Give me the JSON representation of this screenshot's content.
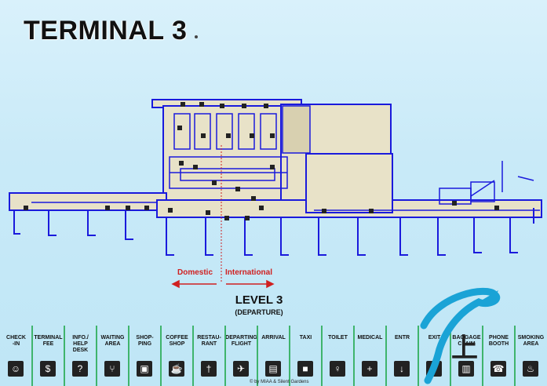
{
  "title": "TERMINAL 3",
  "directions": {
    "left": "Domestic",
    "right": "International"
  },
  "level": {
    "name": "LEVEL 3",
    "sub": "(DEPARTURE)"
  },
  "legend": [
    {
      "label": "CHECK\n-IN",
      "icon": "check-in-icon",
      "glyph": "☺"
    },
    {
      "label": "TERMINAL\nFEE",
      "icon": "terminal-fee-icon",
      "glyph": "$"
    },
    {
      "label": "INFO./\nHELP\nDESK",
      "icon": "info-icon",
      "glyph": "?"
    },
    {
      "label": "WAITING\nAREA",
      "icon": "waiting-area-icon",
      "glyph": "⑂"
    },
    {
      "label": "SHOP-\nPING",
      "icon": "shopping-icon",
      "glyph": "▣"
    },
    {
      "label": "COFFEE\nSHOP",
      "icon": "coffee-icon",
      "glyph": "☕"
    },
    {
      "label": "RESTAU-\nRANT",
      "icon": "restaurant-icon",
      "glyph": "†"
    },
    {
      "label": "DEPARTING\nFLIGHT",
      "icon": "departing-flight-icon",
      "glyph": "✈"
    },
    {
      "label": "ARRIVAL",
      "icon": "arrival-icon",
      "glyph": "▤"
    },
    {
      "label": "TAXI",
      "icon": "taxi-icon",
      "glyph": "■"
    },
    {
      "label": "TOILET",
      "icon": "toilet-icon",
      "glyph": "♀"
    },
    {
      "label": "MEDICAL",
      "icon": "medical-icon",
      "glyph": "+"
    },
    {
      "label": "ENTR",
      "icon": "entry-icon",
      "glyph": "↓"
    },
    {
      "label": "EXIT",
      "icon": "exit-icon",
      "glyph": "↑"
    },
    {
      "label": "BAGGAGE\nCLAIM",
      "icon": "baggage-icon",
      "glyph": "▥"
    },
    {
      "label": "PHONE\nBOOTH",
      "icon": "phone-icon",
      "glyph": "☎"
    },
    {
      "label": "SMOKING\nAREA",
      "icon": "smoking-icon",
      "glyph": "♨"
    }
  ],
  "credit": "© by MIAA & Silent Gardens",
  "colors": {
    "outline": "#1a1adc",
    "building": "#e8e2c8",
    "red": "#d02020",
    "separator": "#3fb46c"
  }
}
